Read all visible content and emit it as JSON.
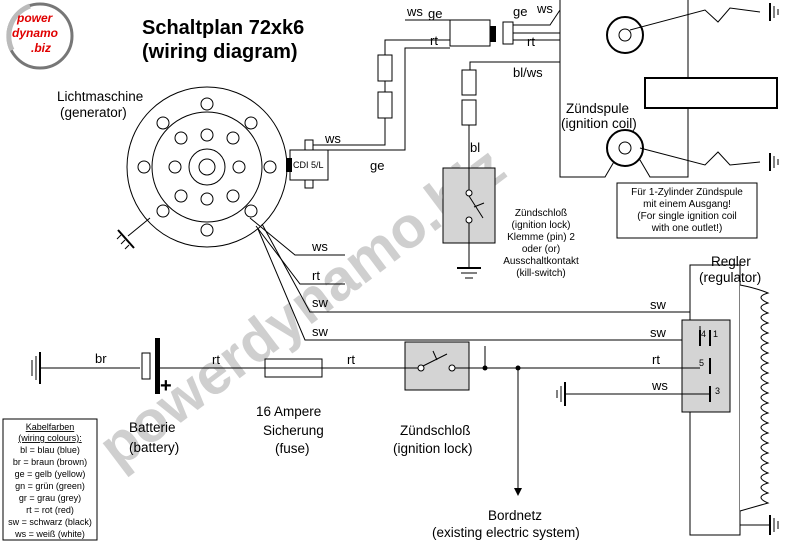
{
  "logo": {
    "line1": "power",
    "line2": "dynamo",
    "line3": ".biz"
  },
  "title": {
    "line1": "Schaltplan 72xk6",
    "line2": "(wiring diagram)"
  },
  "watermark": "powerdynamo.biz",
  "generator": {
    "line1": "Lichtmaschine",
    "line2": "(generator)"
  },
  "coil": {
    "line1": "Zündspule",
    "line2": "(ignition coil)"
  },
  "coil_note": {
    "line1": "Für 1-Zylinder Zündspule",
    "line2": "mit einem Ausgang!",
    "line3": "(For single ignition coil",
    "line4": "with one outlet!)"
  },
  "killswitch": {
    "line1": "Zündschloß",
    "line2": "(ignition lock)",
    "line3": "Klemme (pin) 2",
    "line4": "oder (or)",
    "line5": "Ausschaltkontakt",
    "line6": "(kill-switch)"
  },
  "regulator": {
    "line1": "Regler",
    "line2": "(regulator)",
    "pins": [
      "4",
      "1",
      "5",
      "3"
    ]
  },
  "battery": {
    "line1": "Batterie",
    "line2": "(battery)",
    "plus": "+"
  },
  "fuse": {
    "line1": "16 Ampere",
    "line2": "Sicherung",
    "line3": "(fuse)"
  },
  "ignition_lock": {
    "line1": "Zündschloß",
    "line2": "(ignition lock)"
  },
  "bordnetz": {
    "line1": "Bordnetz",
    "line2": "(existing electric system)"
  },
  "cdi_label": "CDI 5/L",
  "wires": {
    "ws": "ws",
    "ge": "ge",
    "rt": "rt",
    "blws": "bl/ws",
    "bl": "bl",
    "sw": "sw",
    "br": "br"
  },
  "legend": {
    "title": "Kabelfarben",
    "subtitle": "(wiring colours):",
    "items": [
      "bl = blau (blue)",
      "br = braun (brown)",
      "ge = gelb (yellow)",
      "gn = grün (green)",
      "gr = grau (grey)",
      "rt = rot (red)",
      "sw = schwarz (black)",
      "ws = weiß (white)"
    ]
  },
  "colors": {
    "logo_red": "#e00000",
    "watermark": "#cfcfcf",
    "ink": "#000000"
  }
}
